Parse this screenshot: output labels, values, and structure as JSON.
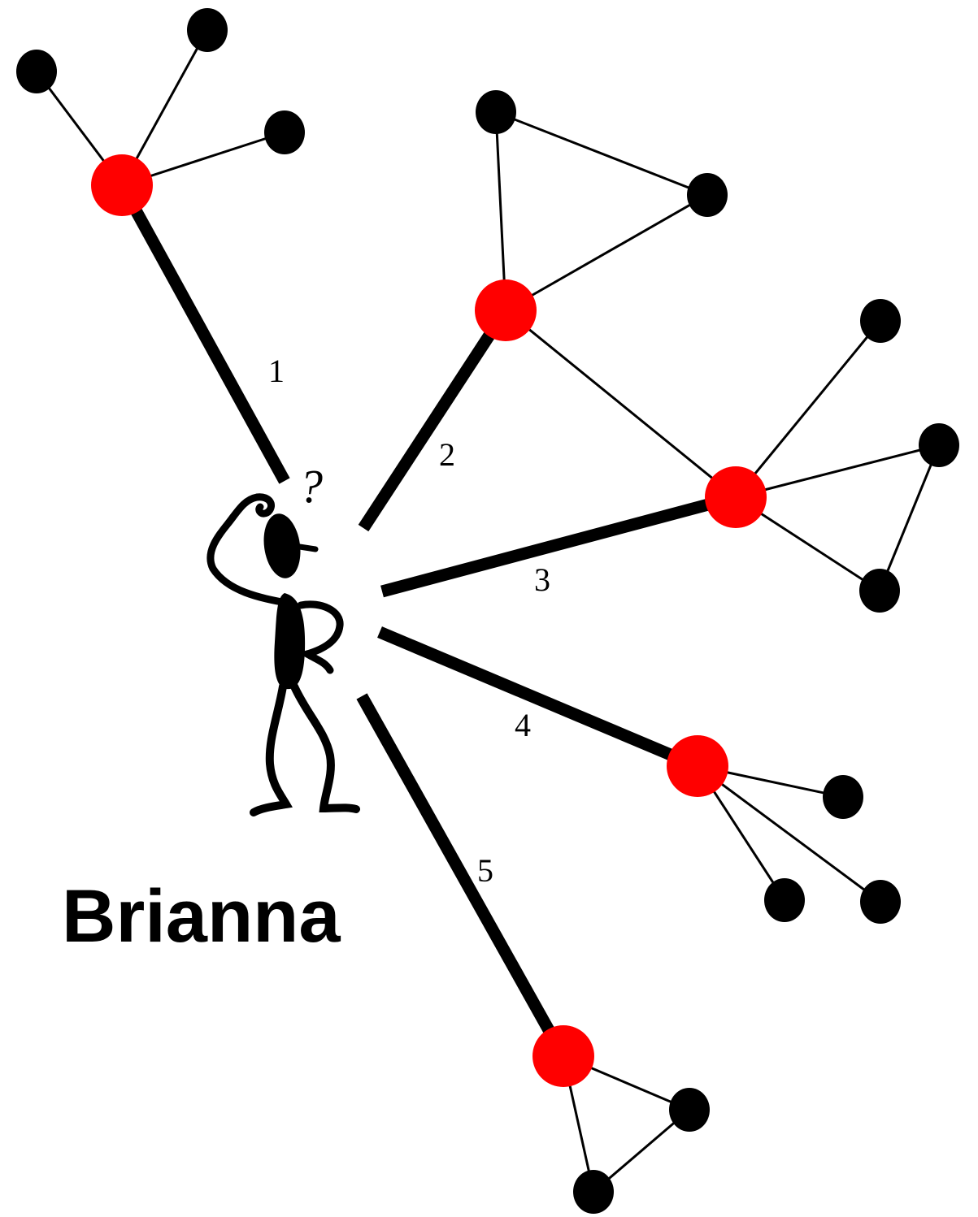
{
  "person": {
    "name": "Brianna",
    "thought": "?"
  },
  "colors": {
    "hub": "#ff0000",
    "leaf": "#000000",
    "edge": "#000000",
    "background": "#ffffff"
  },
  "ties": [
    {
      "label": "1"
    },
    {
      "label": "2"
    },
    {
      "label": "3"
    },
    {
      "label": "4"
    },
    {
      "label": "5"
    }
  ]
}
